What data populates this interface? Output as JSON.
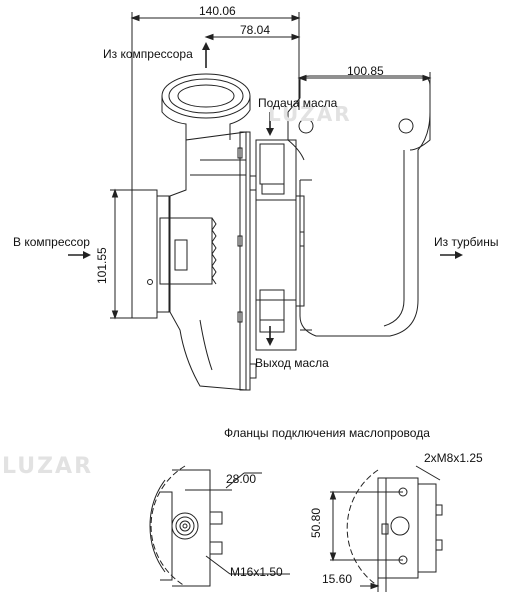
{
  "dimensions": {
    "total_width": "140.06",
    "center_offset": "78.04",
    "turbine_width": "100.85",
    "height": "101.55",
    "flange_small": "28.00",
    "thread": "M16x1.50",
    "flange_height": "50.80",
    "flange_bolts": "2xM8x1.25",
    "flange_offset": "15.60"
  },
  "labels": {
    "from_compressor": "Из компрессора",
    "oil_supply": "Подача масла",
    "to_compressor": "В компрессор",
    "from_turbine": "Из турбины",
    "oil_drain": "Выход масла",
    "flanges_title": "Фланцы подключения маслопровода"
  },
  "watermark": {
    "brand": "LUZAR",
    "brand_center": "LUZAR"
  }
}
